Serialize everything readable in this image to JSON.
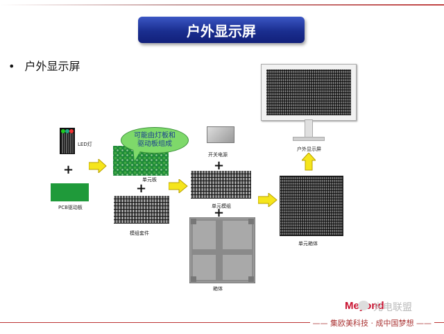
{
  "title": "户外显示屏",
  "bullet": "户外显示屏",
  "labels": {
    "led": "LED灯",
    "pcb": "PCB驱动板",
    "unit_board": "单元板",
    "module_kit": "模组套件",
    "power_supply": "开关电源",
    "unit_board_2": "单元模组",
    "cabinet": "箱体",
    "unit_cabinet": "单元箱体",
    "outdoor_display": "户外显示屏"
  },
  "callout": "可能由灯板和驱动板组成",
  "plus_sign": "+",
  "footer": {
    "logo": "Meyond",
    "watermark": "光电联盟",
    "slogan": "—— 集欧美科技 · 成中国梦想 ——"
  },
  "colors": {
    "title_bg": "#1a2e8f",
    "pcb_green": "#1f9a3a",
    "arrow_yellow": "#f5e51c",
    "callout_green": "#7ed96a",
    "footer_red": "#c8102e"
  },
  "icons": {
    "bullet": "bullet-dot",
    "arrows": "arrow-right",
    "up_arrow": "arrow-up",
    "wechat": "wechat-icon"
  }
}
